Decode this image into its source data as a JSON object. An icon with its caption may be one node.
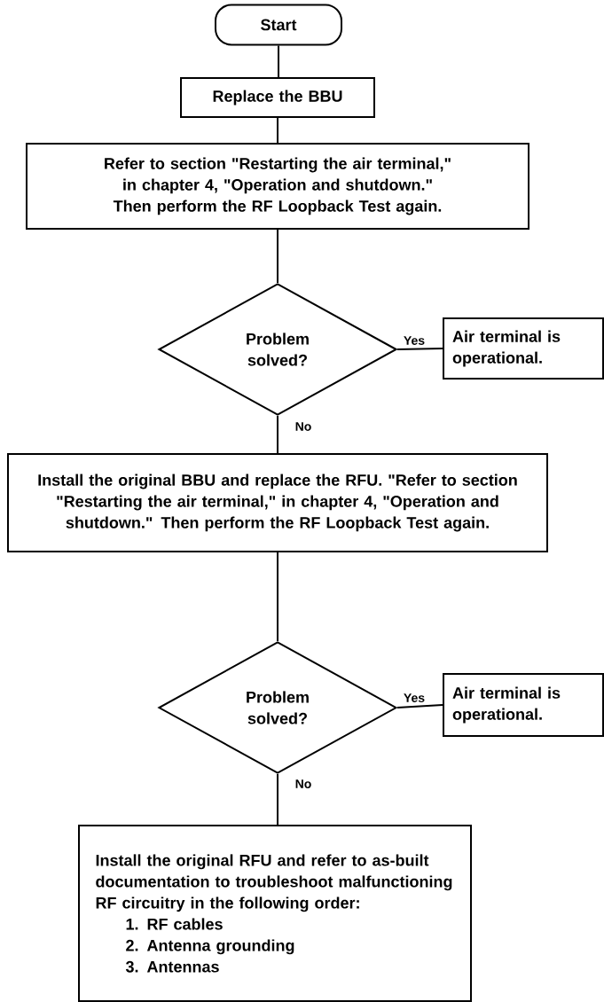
{
  "diagram": {
    "nodes": [
      {
        "text": [
          "Start"
        ]
      },
      {
        "text": [
          "Replace the BBU"
        ]
      },
      {
        "text": [
          "Refer to section \"Restarting the air terminal,\" in chapter 4, \"Operation and shutdown.\" Then perform the RF Loopback Test again."
        ]
      },
      {
        "text": [
          "Problem solved?"
        ]
      },
      {
        "text": [
          "Air terminal is operational."
        ]
      },
      {
        "text": [
          "Install the original BBU and replace the RFU. \"Refer to section \"Restarting the air terminal,\" in chapter 4, \"Operation and shutdown.\" Then perform the RF Loopback Test again."
        ]
      },
      {
        "text": [
          "Problem solved?"
        ]
      },
      {
        "text": [
          "Air terminal is operational."
        ]
      },
      {
        "text": [
          "Install the original RFU and refer to as-built documentation to troubleshoot malfunctioning RF circuitry in the following order:",
          "1. RF cables",
          "2. Antenna grounding",
          "3. Antennas"
        ]
      }
    ],
    "edges": [
      {
        "from": 0,
        "to": 1,
        "arrow": "none"
      },
      {
        "from": 1,
        "to": 2,
        "arrow": "none"
      },
      {
        "from": 2,
        "to": 3,
        "arrow": "none"
      },
      {
        "from": 3,
        "to": 4,
        "arrow": "none",
        "label": "Yes"
      },
      {
        "from": 3,
        "to": 5,
        "arrow": "none",
        "label": "No"
      },
      {
        "from": 5,
        "to": 6,
        "arrow": "none"
      },
      {
        "from": 6,
        "to": 7,
        "arrow": "none",
        "label": "Yes"
      },
      {
        "from": 6,
        "to": 8,
        "arrow": "none",
        "label": "No"
      }
    ]
  }
}
